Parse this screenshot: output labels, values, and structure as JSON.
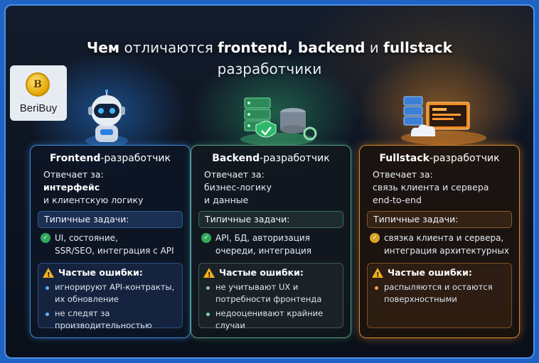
{
  "title": {
    "line1_part1": "Чем",
    "line1_part2": " отличаются ",
    "line1_part3": "frontend, backend",
    "line1_part4": " и ",
    "line1_part5": "fullstack",
    "line2": "разработчики"
  },
  "logo": {
    "mark": "B",
    "text": "BeriBuy"
  },
  "cards": [
    {
      "title_bold": "Frontend",
      "title_rest": "-разработчик",
      "resp_label": "Отвечает за:",
      "resp_line1": "интерфейс",
      "resp_line2": "и клиентскую логику",
      "tasks_label": "Типичные задачи:",
      "task1": "UI, состояние,",
      "task2": "SSR/SEO, интеграция с API",
      "errors_label": "Частые ошибки:",
      "err1": "игнорируют API-контракты, их обновление",
      "err2": "не следят за производительностью"
    },
    {
      "title_bold": "Backend",
      "title_rest": "-разработчик",
      "resp_label": "Отвечает за:",
      "resp_line1": "бизнес-логику",
      "resp_line2": "и данные",
      "tasks_label": "Типичные задачи:",
      "task1": "API, БД, авторизация",
      "task2": "очереди, интеграция",
      "errors_label": "Частые ошибки:",
      "err1": "не учитывают UX и потребности фронтенда",
      "err2": "недооценивают крайние случаи"
    },
    {
      "title_bold": "Fullstack",
      "title_rest": "-разработчик",
      "resp_label": "Отвечает за:",
      "resp_line1": "связь клиента и сервера",
      "resp_line2": "end-to-end",
      "tasks_label": "Типичные задачи:",
      "task1": "связка клиента и сервера,",
      "task2": "интеграция архитектурных",
      "errors_label": "Частые ошибки:",
      "err1": "распыляются и остаются поверхностными"
    }
  ],
  "icons": {
    "card1": "robot-icon",
    "card2": "server-shield-icon",
    "card3": "fullstack-devices-icon",
    "check": "check-icon",
    "warning": "warning-icon"
  },
  "colors": {
    "frontend_accent": "#3d8ce0",
    "backend_accent": "#5a9e84",
    "fullstack_accent": "#d98a2a",
    "page_border": "#1f63c4"
  }
}
